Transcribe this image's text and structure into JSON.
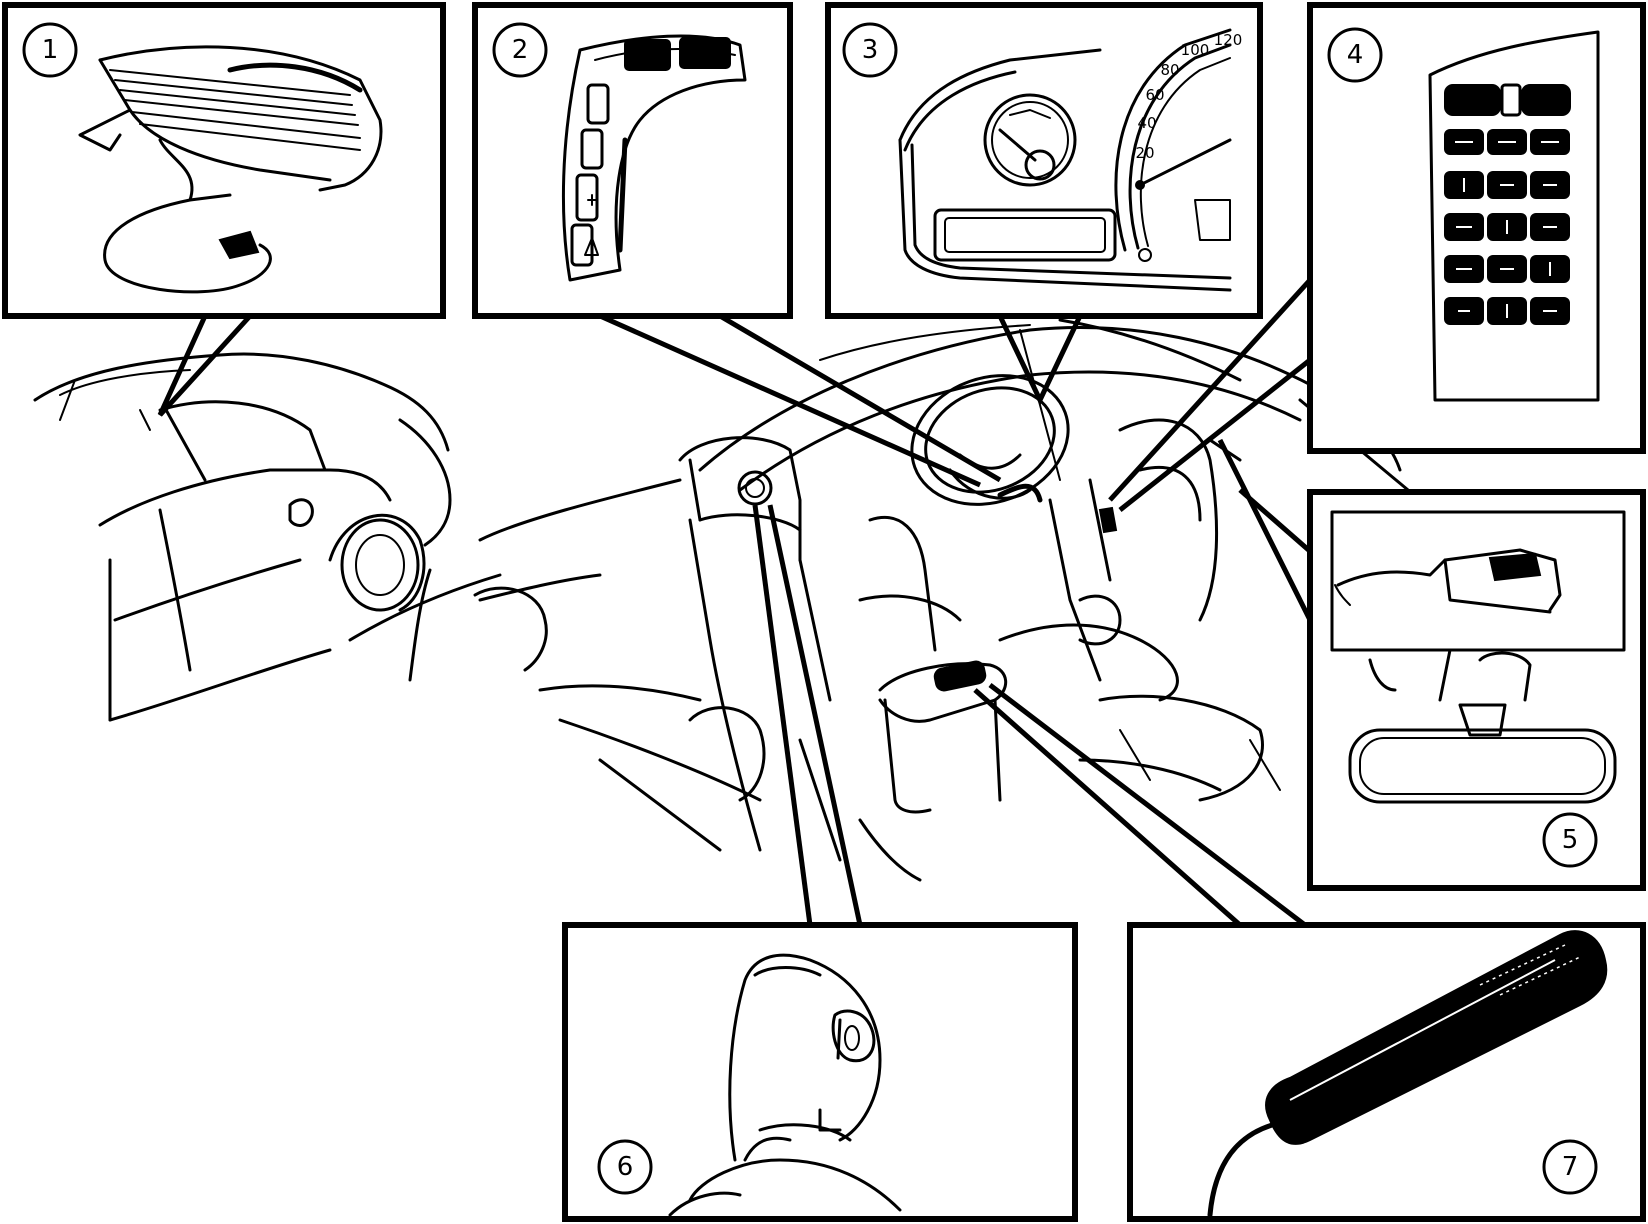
{
  "callouts": [
    {
      "id": "1",
      "label": "1"
    },
    {
      "id": "2",
      "label": "2"
    },
    {
      "id": "3",
      "label": "3"
    },
    {
      "id": "4",
      "label": "4"
    },
    {
      "id": "5",
      "label": "5"
    },
    {
      "id": "6",
      "label": "6"
    },
    {
      "id": "7",
      "label": "7"
    }
  ],
  "speedometer": {
    "ticks": [
      "20",
      "40",
      "60",
      "80",
      "100",
      "120"
    ]
  },
  "colors": {
    "ink": "#000000",
    "paper": "#ffffff"
  }
}
